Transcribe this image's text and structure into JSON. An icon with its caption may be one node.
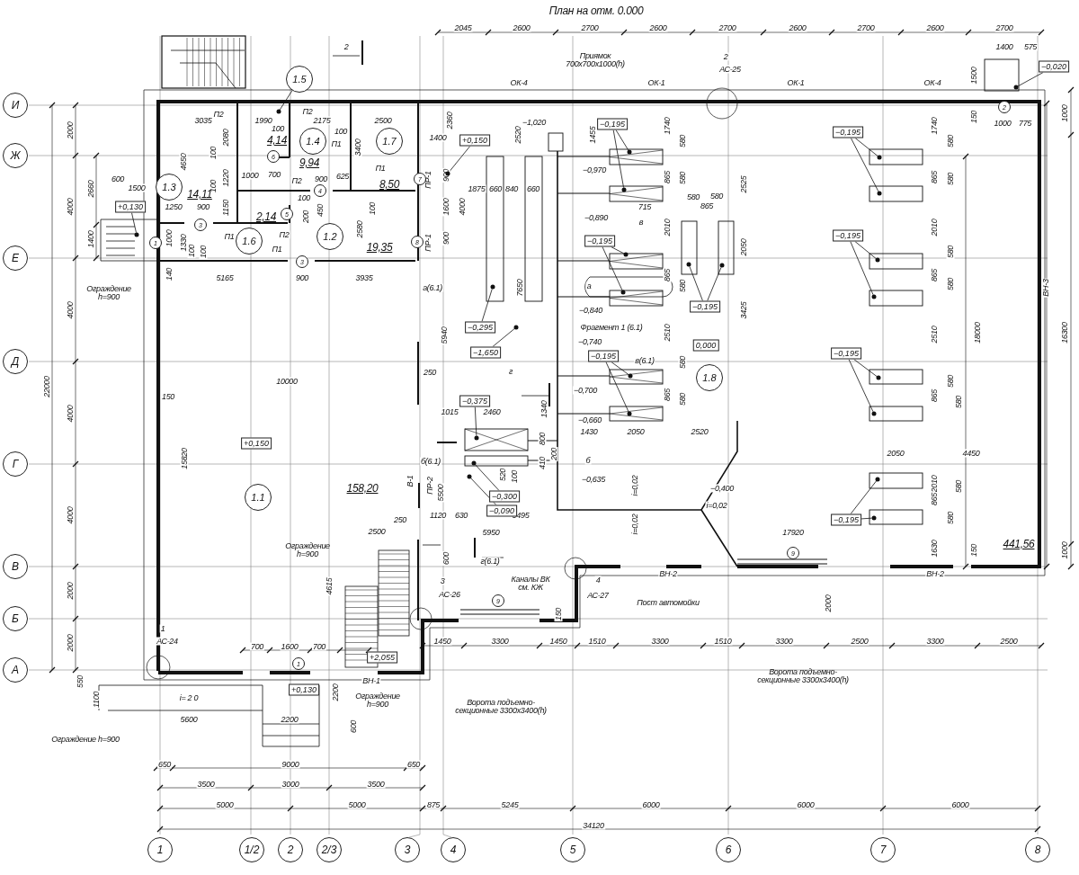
{
  "diagram": {
    "title": "План на отм. 0.000",
    "nodes": [
      {
        "text": [
          "И"
        ]
      },
      {
        "text": [
          "Ж"
        ]
      },
      {
        "text": [
          "Е"
        ]
      },
      {
        "text": [
          "Д"
        ]
      },
      {
        "text": [
          "Г"
        ]
      },
      {
        "text": [
          "В"
        ]
      },
      {
        "text": [
          "Б"
        ]
      },
      {
        "text": [
          "А"
        ]
      },
      {
        "text": [
          "1"
        ]
      },
      {
        "text": [
          "1/2"
        ]
      },
      {
        "text": [
          "2"
        ]
      },
      {
        "text": [
          "2/3"
        ]
      },
      {
        "text": [
          "3"
        ]
      },
      {
        "text": [
          "4"
        ]
      },
      {
        "text": [
          "5"
        ]
      },
      {
        "text": [
          "6"
        ]
      },
      {
        "text": [
          "7"
        ]
      },
      {
        "text": [
          "8"
        ]
      },
      {
        "text": [
          "1.5"
        ]
      },
      {
        "text": [
          "1.4"
        ]
      },
      {
        "text": [
          "1.7"
        ]
      },
      {
        "text": [
          "1.3"
        ]
      },
      {
        "text": [
          "1.6"
        ]
      },
      {
        "text": [
          "1.2"
        ]
      },
      {
        "text": [
          "1.1"
        ]
      },
      {
        "text": [
          "1.8"
        ]
      },
      {
        "text": [
          "6"
        ]
      },
      {
        "text": [
          "4"
        ]
      },
      {
        "text": [
          "5"
        ]
      },
      {
        "text": [
          "3"
        ]
      },
      {
        "text": [
          "3"
        ]
      },
      {
        "text": [
          "7"
        ]
      },
      {
        "text": [
          "8"
        ]
      },
      {
        "text": [
          "1"
        ]
      },
      {
        "text": [
          "2"
        ]
      },
      {
        "text": [
          "9"
        ]
      },
      {
        "text": [
          "9"
        ]
      },
      {
        "text": [
          "1"
        ]
      },
      {
        "text": [
          "+0,130"
        ]
      },
      {
        "text": [
          "+0,150"
        ]
      },
      {
        "text": [
          "−0,195"
        ]
      },
      {
        "text": [
          "−0,195"
        ]
      },
      {
        "text": [
          "−0,295"
        ]
      },
      {
        "text": [
          "−1,650"
        ]
      },
      {
        "text": [
          "−0,195"
        ]
      },
      {
        "text": [
          "0,000"
        ]
      },
      {
        "text": [
          "−0,195"
        ]
      },
      {
        "text": [
          "−0,195"
        ]
      },
      {
        "text": [
          "−0,195"
        ]
      },
      {
        "text": [
          "−0,195"
        ]
      },
      {
        "text": [
          "−0,195"
        ]
      },
      {
        "text": [
          "+0,150"
        ]
      },
      {
        "text": [
          "−0,375"
        ]
      },
      {
        "text": [
          "−0,300"
        ]
      },
      {
        "text": [
          "−0,090"
        ]
      },
      {
        "text": [
          "−0,020"
        ]
      },
      {
        "text": [
          "+2,055"
        ]
      },
      {
        "text": [
          "+0,130"
        ]
      },
      {
        "text": [],
        "shape": "circle"
      },
      {
        "text": [],
        "shape": "circle"
      },
      {
        "text": [],
        "shape": "circle"
      },
      {
        "text": [],
        "shape": "circle"
      },
      {
        "text": [],
        "shape": "circle"
      },
      {
        "text": [],
        "shape": "circle"
      },
      {
        "text": [],
        "shape": "circle"
      },
      {
        "text": [],
        "shape": "circle"
      },
      {
        "text": [],
        "shape": "circle"
      },
      {
        "text": [],
        "shape": "circle"
      },
      {
        "text": [],
        "shape": "circle"
      },
      {
        "text": [],
        "shape": "circle"
      },
      {
        "text": [],
        "shape": "circle"
      },
      {
        "text": [],
        "shape": "circle"
      },
      {
        "text": [],
        "shape": "circle"
      },
      {
        "text": [],
        "shape": "circle"
      },
      {
        "text": [],
        "shape": "circle"
      },
      {
        "text": [],
        "shape": "circle"
      },
      {
        "text": [],
        "shape": "circle"
      },
      {
        "text": [],
        "shape": "circle"
      },
      {
        "text": [],
        "shape": "circle"
      },
      {
        "text": [],
        "shape": "circle"
      },
      {
        "text": [],
        "shape": "circle"
      },
      {
        "text": [],
        "shape": "circle"
      },
      {
        "text": [],
        "shape": "circle"
      }
    ],
    "edges": [
      {
        "from": 38,
        "to": 58,
        "arrow": "none"
      },
      {
        "from": 39,
        "to": 59,
        "arrow": "none"
      },
      {
        "from": 40,
        "to": 60,
        "arrow": "none"
      },
      {
        "from": 40,
        "to": 61,
        "arrow": "none"
      },
      {
        "from": 41,
        "to": 62,
        "arrow": "none"
      },
      {
        "from": 41,
        "to": 63,
        "arrow": "none"
      },
      {
        "from": 42,
        "to": 64,
        "arrow": "none"
      },
      {
        "from": 43,
        "to": 65,
        "arrow": "none"
      },
      {
        "from": 44,
        "to": 66,
        "arrow": "none"
      },
      {
        "from": 44,
        "to": 67,
        "arrow": "none"
      },
      {
        "from": 46,
        "to": 68,
        "arrow": "none"
      },
      {
        "from": 46,
        "to": 69,
        "arrow": "none"
      },
      {
        "from": 47,
        "to": 70,
        "arrow": "none"
      },
      {
        "from": 47,
        "to": 71,
        "arrow": "none"
      },
      {
        "from": 48,
        "to": 72,
        "arrow": "none"
      },
      {
        "from": 48,
        "to": 73,
        "arrow": "none"
      },
      {
        "from": 49,
        "to": 74,
        "arrow": "none"
      },
      {
        "from": 49,
        "to": 75,
        "arrow": "none"
      },
      {
        "from": 50,
        "to": 76,
        "arrow": "none"
      },
      {
        "from": 50,
        "to": 77,
        "arrow": "none"
      },
      {
        "from": 52,
        "to": 78,
        "arrow": "none"
      },
      {
        "from": 53,
        "to": 79,
        "arrow": "none"
      },
      {
        "from": 54,
        "to": 80,
        "arrow": "none"
      },
      {
        "from": 55,
        "to": 81,
        "arrow": "none"
      },
      {
        "from": 18,
        "to": 82,
        "arrow": "none"
      }
    ],
    "labels": [
      "2045",
      "2600",
      "2700",
      "2600",
      "2700",
      "2600",
      "2700",
      "2600",
      "2700",
      "2",
      "Приямок 700x700x1000(h)",
      "2",
      "АС-25",
      "1400",
      "575",
      "ОК-4",
      "ОК-1",
      "ОК-1",
      "ОК-4",
      "1500",
      "150",
      "1000",
      "775",
      "1000",
      "2000",
      "4000",
      "4000",
      "4000",
      "4000",
      "2000",
      "2000",
      "22000",
      "2660",
      "1400",
      "600",
      "1500",
      "3035",
      "П2",
      "1990",
      "П2",
      "2175",
      "100",
      "4,14",
      "9,94",
      "100",
      "П1",
      "2500",
      "2360",
      "1400",
      "4650",
      "2080",
      "100",
      "1220",
      "100",
      "14,11",
      "1250",
      "900",
      "1150",
      "3400",
      "1000",
      "700",
      "П2",
      "900",
      "625",
      "П1",
      "8,50",
      "ПР-1",
      "2,14",
      "100",
      "450",
      "200",
      "2580",
      "100",
      "1000",
      "1330",
      "100",
      "100",
      "П1",
      "П2",
      "П1",
      "19,35",
      "ПР-1",
      "900",
      "1600",
      "900",
      "4000",
      "140",
      "5165",
      "900",
      "3935",
      "Ограждение h=900",
      "а(6.1)",
      "5940",
      "250",
      "10000",
      "150",
      "15820",
      "б(6.1)",
      "В-1",
      "ПР-2",
      "5500",
      "158,20",
      "250",
      "2500",
      "600",
      "Ограждение h=900",
      "4615",
      "1875",
      "660",
      "840",
      "660",
      "2520",
      "7650",
      "−1,020",
      "1455",
      "−0,970",
      "−0,890",
      "в",
      "а",
      "−0,840",
      "Фрагмент 1 (6.1)",
      "−0,740",
      "в(6.1)",
      "1740",
      "580",
      "865",
      "580",
      "715",
      "580",
      "580",
      "865",
      "2010",
      "2525",
      "2050",
      "865",
      "580",
      "3425",
      "2510",
      "1740",
      "580",
      "865",
      "580",
      "2010",
      "580",
      "865",
      "580",
      "2510",
      "18000",
      "16300",
      "ВН-3",
      "г",
      "580",
      "865",
      "580",
      "1340",
      "1015",
      "2460",
      "−0,700",
      "−0,660",
      "800",
      "1430",
      "2050",
      "2520",
      "410",
      "200",
      "520",
      "100",
      "б",
      "−0,635",
      "i=0,02",
      "i=0,02",
      "−0,400",
      "i=0,02",
      "1120",
      "630",
      "3495",
      "5950",
      "г(6.1)",
      "580",
      "865",
      "580",
      "2050",
      "4450",
      "2010",
      "865",
      "580",
      "580",
      "17920",
      "1630",
      "150",
      "441,56",
      "1000",
      "3",
      "АС-26",
      "Каналы ВК см. КЖ",
      "4",
      "АС-27",
      "ВН-2",
      "ВН-2",
      "Пост автомойки",
      "150",
      "2000",
      "1",
      "АС-24",
      "700",
      "1600",
      "700",
      "1450",
      "3300",
      "1450",
      "1510",
      "3300",
      "1510",
      "3300",
      "2500",
      "3300",
      "2500",
      "ВН-1",
      "550",
      "1100",
      "i= 2 0",
      "5600",
      "2200",
      "2200",
      "600",
      "Ограждение h=900",
      "Ограждение h=900",
      "Ворота подъемно-секционные 3300x3400(h)",
      "Ворота подъемно-секционные 3300x3400(h)",
      "650",
      "9000",
      "650",
      "3500",
      "3000",
      "3500",
      "5000",
      "5000",
      "875",
      "5245",
      "6000",
      "6000",
      "6000",
      "34120"
    ]
  }
}
